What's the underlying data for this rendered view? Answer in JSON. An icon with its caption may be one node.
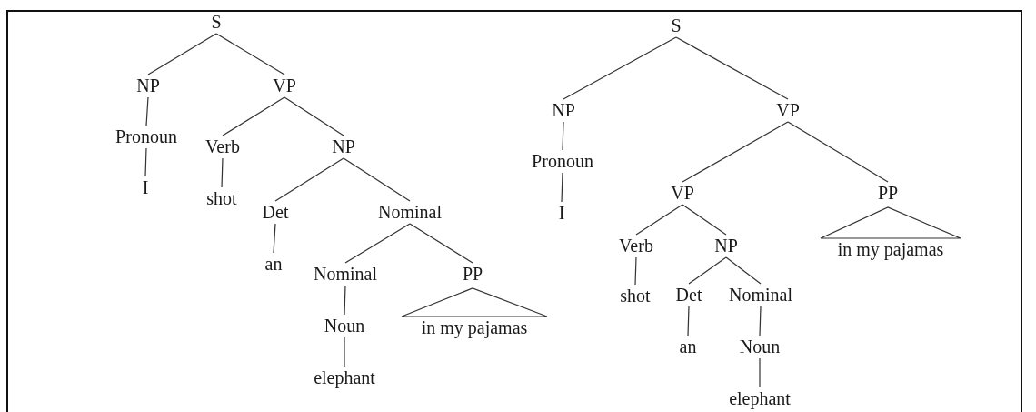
{
  "diagram": {
    "nodes": [
      {
        "text": [
          "S"
        ]
      },
      {
        "text": [
          "NP"
        ]
      },
      {
        "text": [
          "VP"
        ]
      },
      {
        "text": [
          "Pronoun"
        ]
      },
      {
        "text": [
          "Verb"
        ]
      },
      {
        "text": [
          "NP"
        ]
      },
      {
        "text": [
          "I"
        ]
      },
      {
        "text": [
          "shot"
        ]
      },
      {
        "text": [
          "Det"
        ]
      },
      {
        "text": [
          "Nominal"
        ]
      },
      {
        "text": [
          "an"
        ]
      },
      {
        "text": [
          "Nominal"
        ]
      },
      {
        "text": [
          "PP"
        ]
      },
      {
        "text": [
          "Noun"
        ]
      },
      {
        "text": [
          "in my pajamas"
        ]
      },
      {
        "text": [
          "elephant"
        ]
      },
      {
        "text": [
          "S"
        ]
      },
      {
        "text": [
          "NP"
        ]
      },
      {
        "text": [
          "VP"
        ]
      },
      {
        "text": [
          "Pronoun"
        ]
      },
      {
        "text": [
          "I"
        ]
      },
      {
        "text": [
          "VP"
        ]
      },
      {
        "text": [
          "PP"
        ]
      },
      {
        "text": [
          "Verb"
        ]
      },
      {
        "text": [
          "NP"
        ]
      },
      {
        "text": [
          "in my pajamas"
        ]
      },
      {
        "text": [
          "shot"
        ]
      },
      {
        "text": [
          "Det"
        ]
      },
      {
        "text": [
          "Nominal"
        ]
      },
      {
        "text": [
          "an"
        ]
      },
      {
        "text": [
          "Noun"
        ]
      },
      {
        "text": [
          "elephant"
        ]
      }
    ],
    "edges": [
      {
        "from": 0,
        "to": 1,
        "arrow": "none"
      },
      {
        "from": 0,
        "to": 2,
        "arrow": "none"
      },
      {
        "from": 1,
        "to": 3,
        "arrow": "none"
      },
      {
        "from": 3,
        "to": 6,
        "arrow": "none"
      },
      {
        "from": 2,
        "to": 4,
        "arrow": "none"
      },
      {
        "from": 2,
        "to": 5,
        "arrow": "none"
      },
      {
        "from": 4,
        "to": 7,
        "arrow": "none"
      },
      {
        "from": 5,
        "to": 8,
        "arrow": "none"
      },
      {
        "from": 5,
        "to": 9,
        "arrow": "none"
      },
      {
        "from": 8,
        "to": 10,
        "arrow": "none"
      },
      {
        "from": 9,
        "to": 11,
        "arrow": "none"
      },
      {
        "from": 9,
        "to": 12,
        "arrow": "none"
      },
      {
        "from": 11,
        "to": 13,
        "arrow": "none"
      },
      {
        "from": 13,
        "to": 15,
        "arrow": "none"
      },
      {
        "from": 12,
        "to": 14,
        "arrow": "none"
      },
      {
        "from": 16,
        "to": 17,
        "arrow": "none"
      },
      {
        "from": 16,
        "to": 18,
        "arrow": "none"
      },
      {
        "from": 17,
        "to": 19,
        "arrow": "none"
      },
      {
        "from": 19,
        "to": 20,
        "arrow": "none"
      },
      {
        "from": 18,
        "to": 21,
        "arrow": "none"
      },
      {
        "from": 18,
        "to": 22,
        "arrow": "none"
      },
      {
        "from": 22,
        "to": 25,
        "arrow": "none"
      },
      {
        "from": 21,
        "to": 23,
        "arrow": "none"
      },
      {
        "from": 21,
        "to": 24,
        "arrow": "none"
      },
      {
        "from": 23,
        "to": 26,
        "arrow": "none"
      },
      {
        "from": 24,
        "to": 27,
        "arrow": "none"
      },
      {
        "from": 24,
        "to": 28,
        "arrow": "none"
      },
      {
        "from": 27,
        "to": 29,
        "arrow": "none"
      },
      {
        "from": 28,
        "to": 30,
        "arrow": "none"
      },
      {
        "from": 30,
        "to": 31,
        "arrow": "none"
      }
    ]
  }
}
